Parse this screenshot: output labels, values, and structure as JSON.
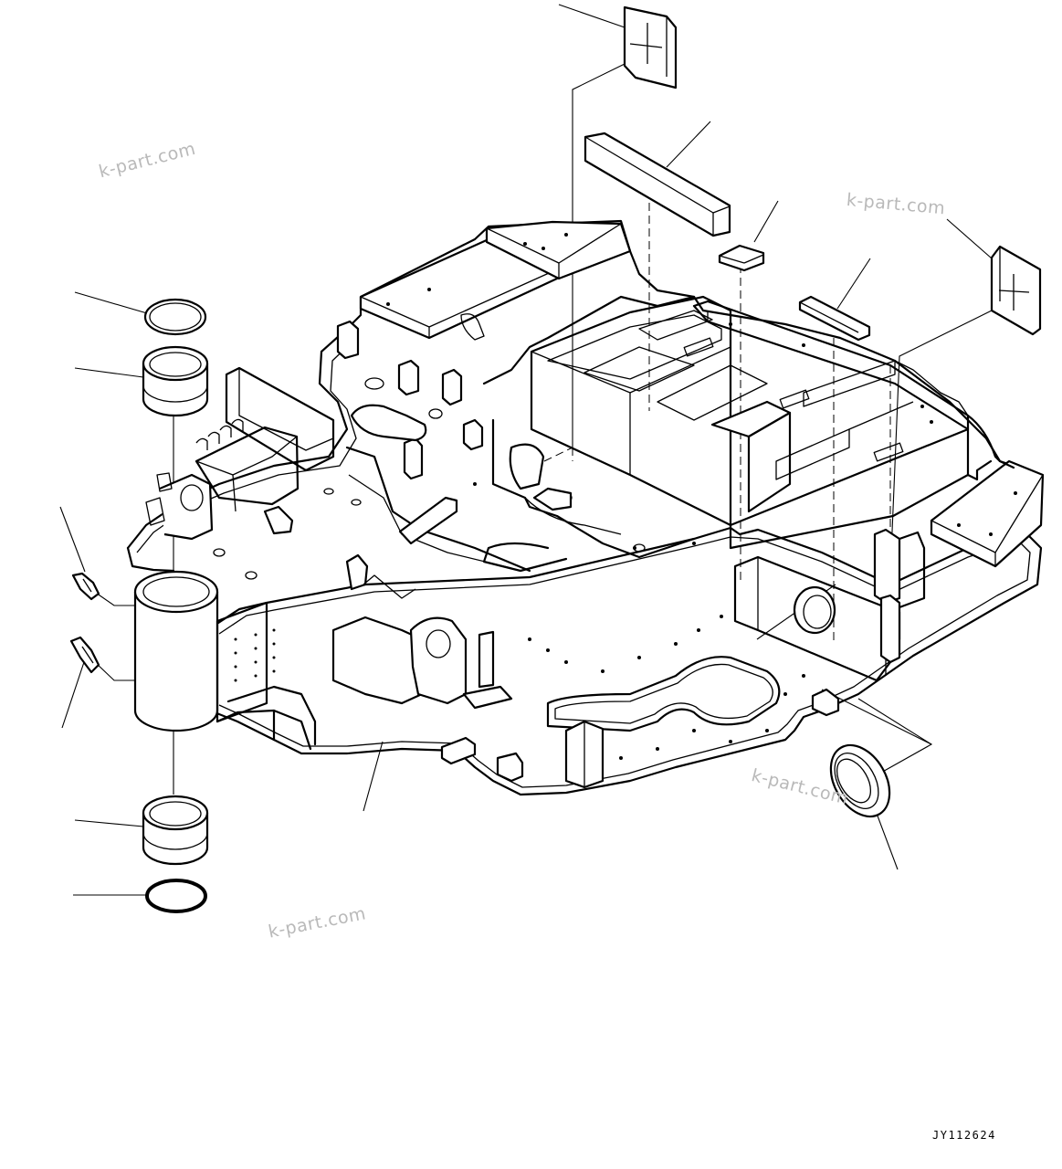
{
  "drawing": {
    "code": "JY112624"
  },
  "watermarks": [
    "k-part.com",
    "k-part.com",
    "k-part.com",
    "k-part.com"
  ]
}
